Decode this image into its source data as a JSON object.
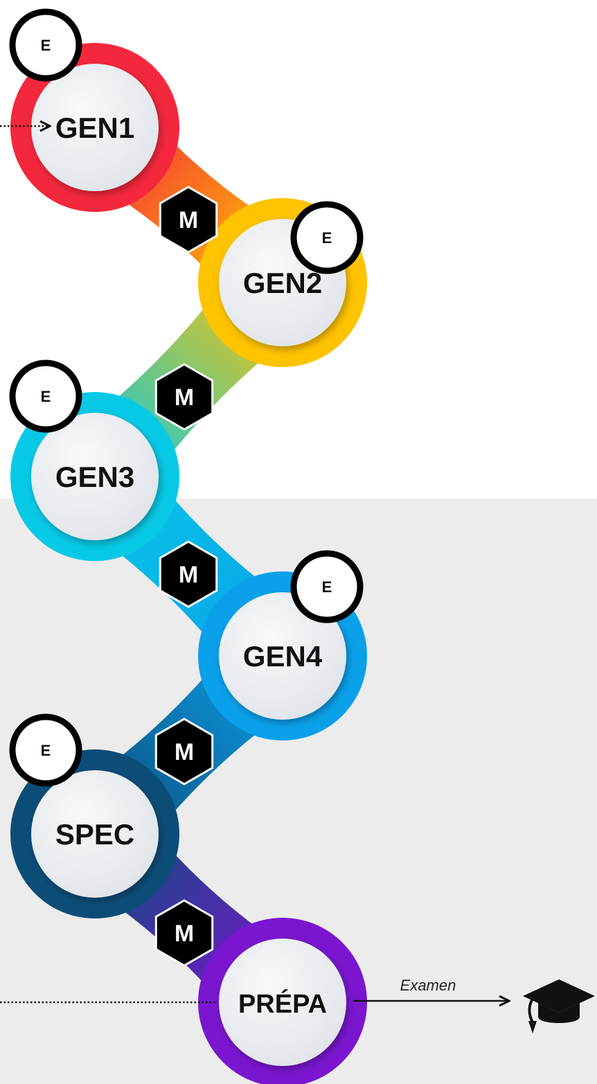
{
  "nodes": [
    {
      "label": "GEN1",
      "badge": "E",
      "color": "#f4283c"
    },
    {
      "label": "GEN2",
      "badge": "E",
      "color": "#ffc300"
    },
    {
      "label": "GEN3",
      "badge": "E",
      "color": "#07c9e6"
    },
    {
      "label": "GEN4",
      "badge": "E",
      "color": "#0aa0ea"
    },
    {
      "label": "SPEC",
      "badge": "E",
      "color": "#0c4d78"
    },
    {
      "label": "PRÉPA",
      "color": "#7a16cf"
    }
  ],
  "links": [
    {
      "label": "M"
    },
    {
      "label": "M"
    },
    {
      "label": "M"
    },
    {
      "label": "M"
    },
    {
      "label": "M"
    }
  ],
  "exam": {
    "label": "Examen",
    "icon": "graduation-cap-icon"
  },
  "colors": {
    "background_bottom": "#ececed",
    "hexagon": "#000000",
    "inner_circle": "#eef1f4",
    "text": "#111111"
  }
}
